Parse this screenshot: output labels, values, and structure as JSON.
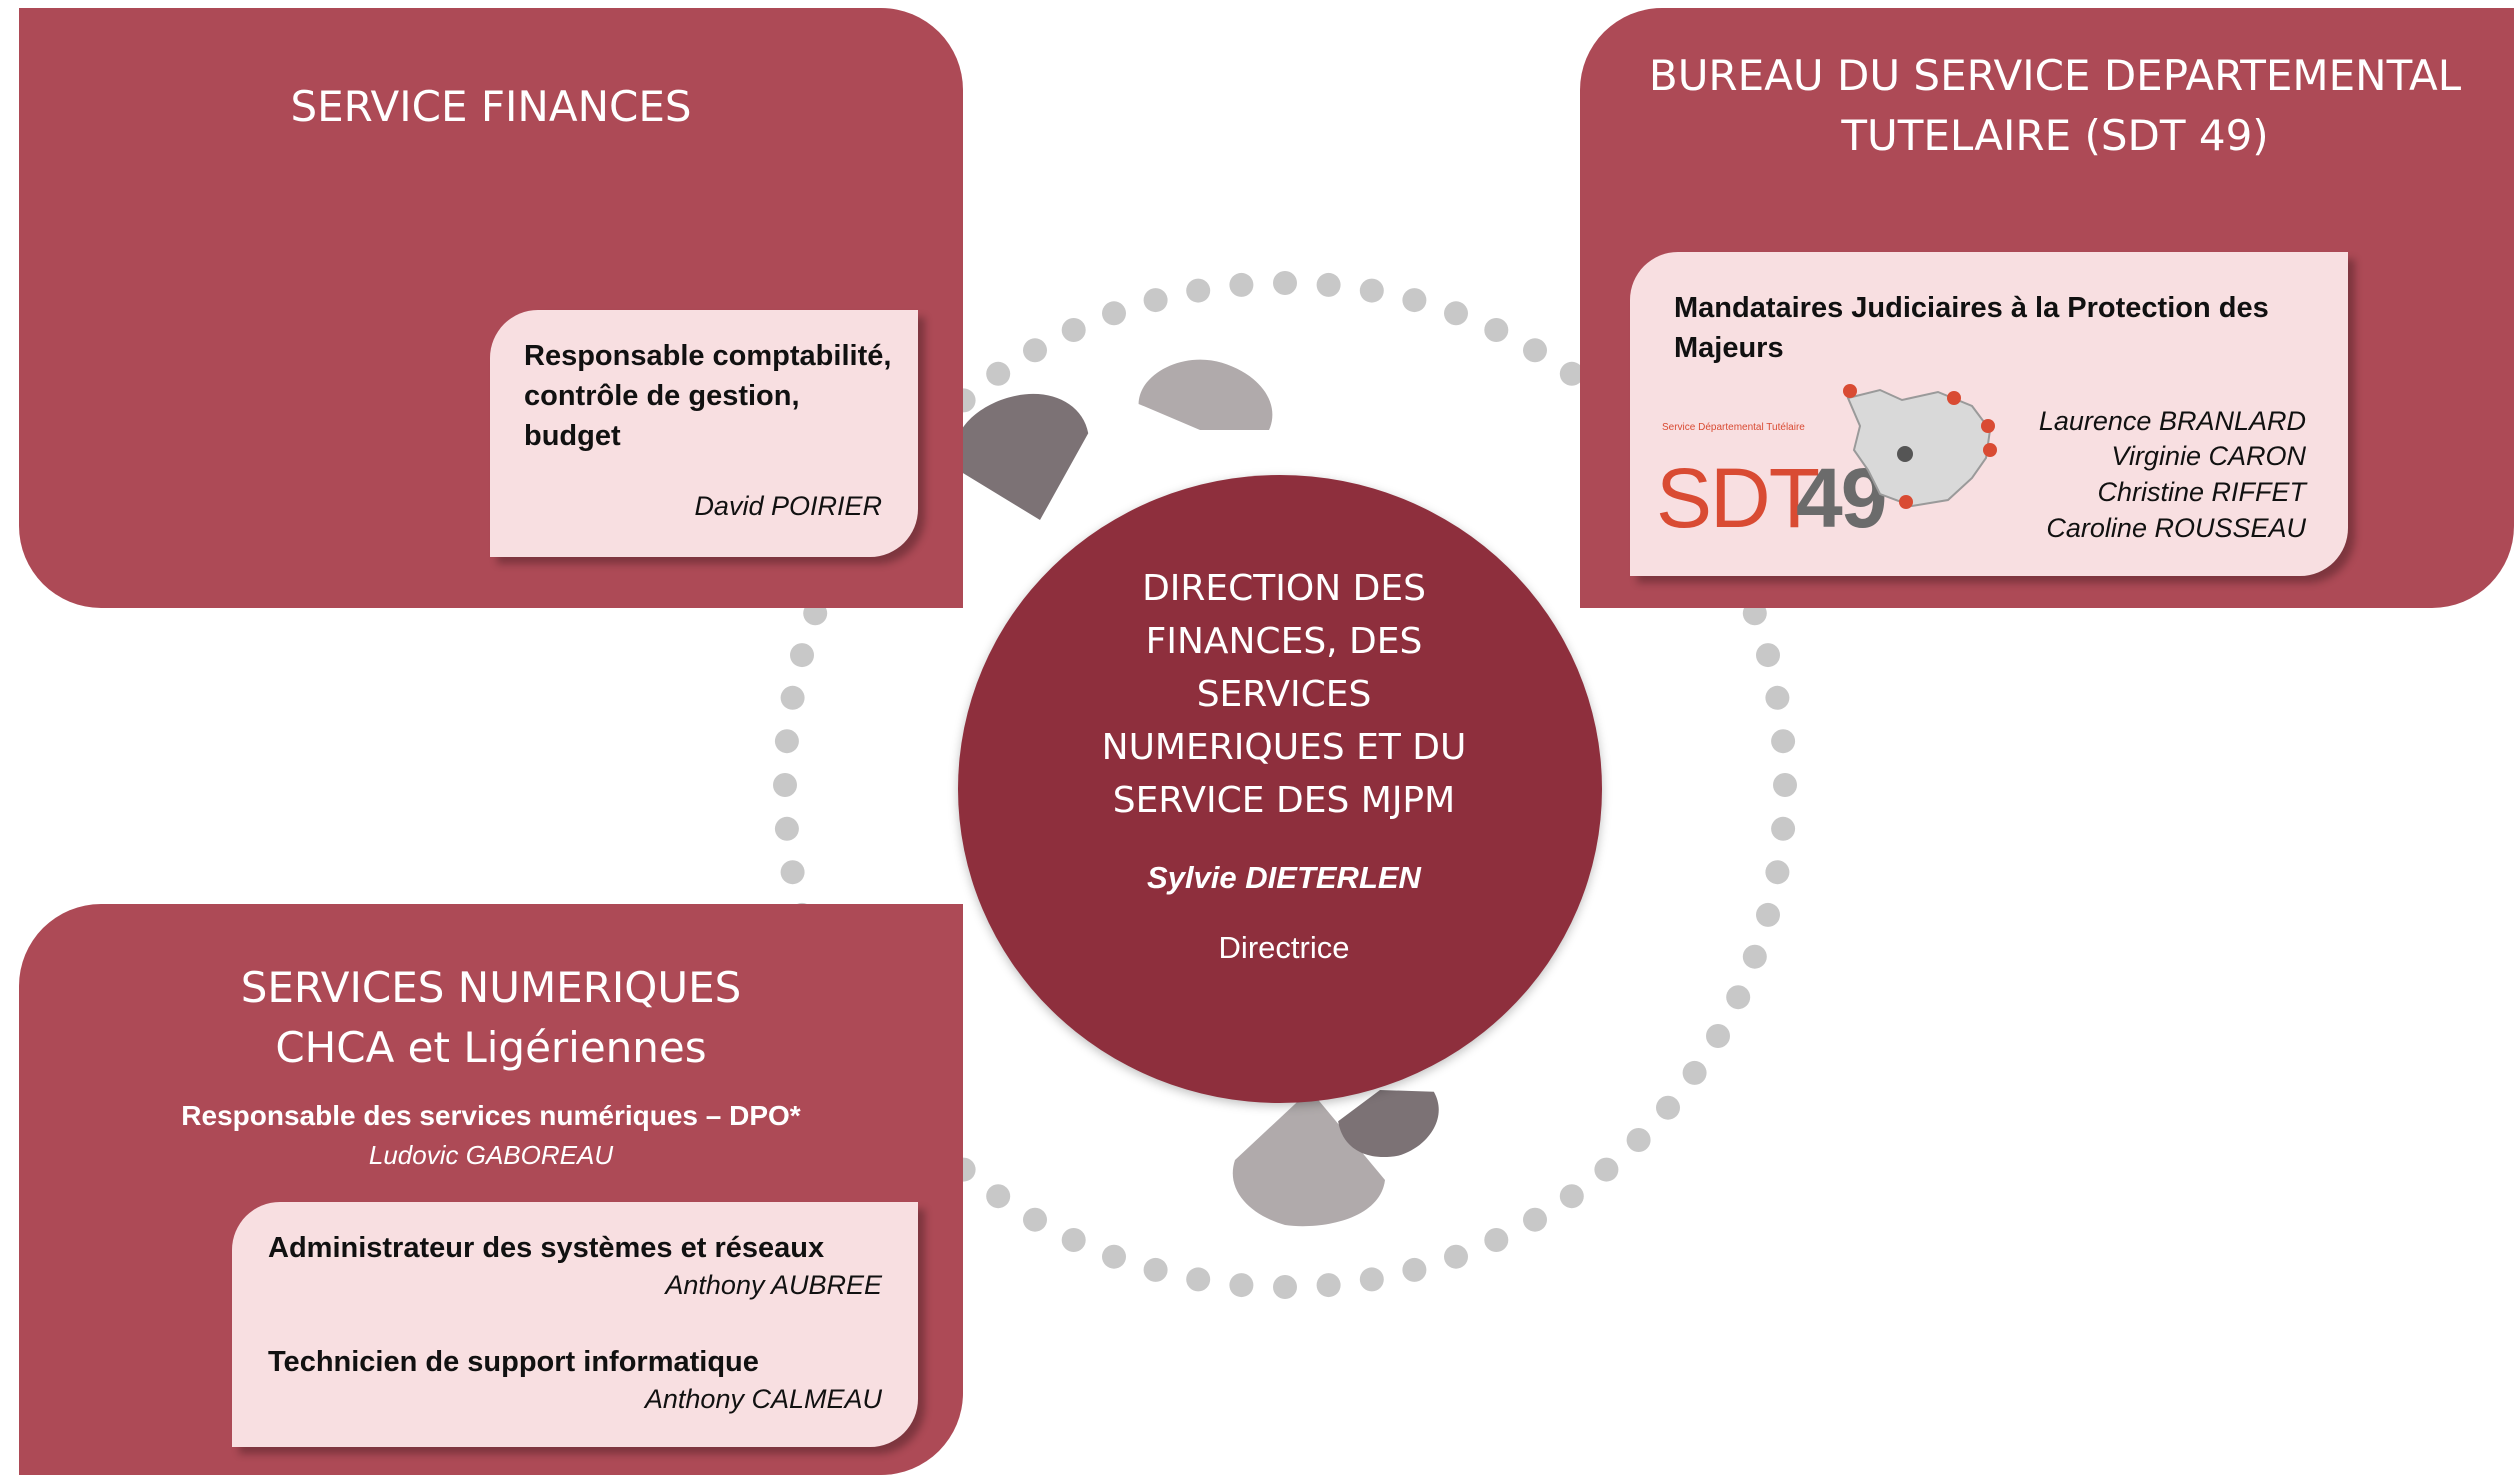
{
  "finances": {
    "title": "SERVICE FINANCES",
    "card": {
      "role": "Responsable comptabilité, contrôle de gestion, budget",
      "name": "David POIRIER"
    }
  },
  "sdt": {
    "title": "BUREAU DU SERVICE DEPARTEMENTAL TUTELAIRE (SDT 49)",
    "card": {
      "role": "Mandataires Judiciaires à la Protection des Majeurs",
      "names": [
        "Laurence BRANLARD",
        "Virginie CARON",
        "Christine RIFFET",
        "Caroline ROUSSEAU"
      ]
    },
    "logo": {
      "small_text": "Service Départemental Tutélaire",
      "main_text": "SDT",
      "number_text": "49"
    }
  },
  "numeriques": {
    "title": "SERVICES NUMERIQUES CHCA et Ligériennes",
    "head_role": "Responsable des services numériques – DPO*",
    "head_name": "Ludovic GABOREAU",
    "card": [
      {
        "role": "Administrateur des systèmes et réseaux",
        "name": "Anthony AUBREE"
      },
      {
        "role": "Technicien de support informatique",
        "name": "Anthony CALMEAU"
      }
    ]
  },
  "direction": {
    "title": "DIRECTION DES\nFINANCES, DES\nSERVICES\nNUMERIQUES ET DU\nSERVICE DES MJPM",
    "name": "Sylvie DIETERLEN",
    "role": "Directrice"
  },
  "colors": {
    "panel": "#ad4a56",
    "center": "#8e2f3d",
    "card": "#f8dfe1",
    "dots": "#c8c8c8",
    "logo_accent": "#d94b33"
  }
}
